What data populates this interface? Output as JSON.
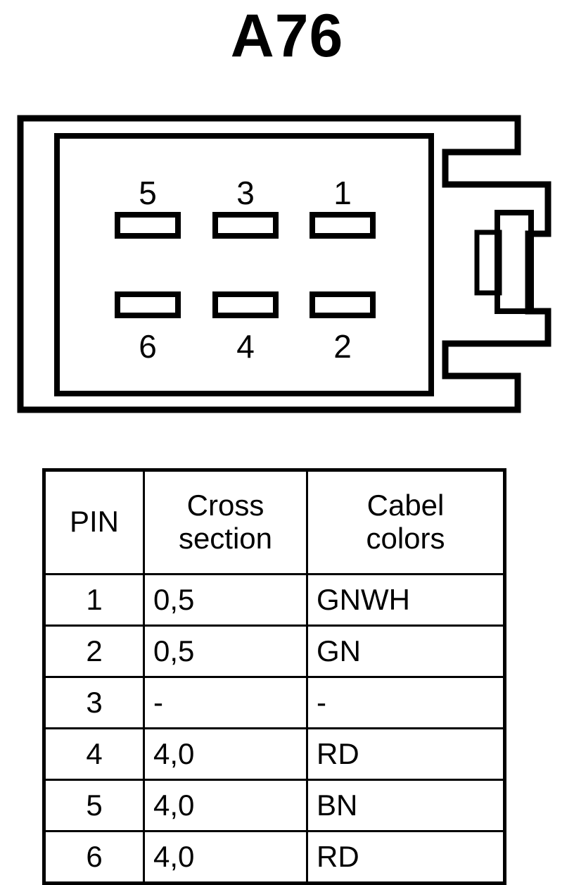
{
  "title": "A76",
  "connector": {
    "name": "6-pin automotive connector",
    "shape_color": "#000000",
    "background_color": "#ffffff",
    "top_row_labels": [
      "5",
      "3",
      "1"
    ],
    "bottom_row_labels": [
      "6",
      "4",
      "2"
    ],
    "slot_count": 6,
    "latch_name": "locking-latch"
  },
  "table": {
    "headers": {
      "pin": "PIN",
      "cross_section_line1": "Cross",
      "cross_section_line2": "section",
      "cabel_colors_line1": "Cabel",
      "cabel_colors_line2": "colors"
    },
    "rows": [
      {
        "pin": "1",
        "cross_section": "0,5",
        "cabel_colors": "GNWH"
      },
      {
        "pin": "2",
        "cross_section": "0,5",
        "cabel_colors": "GN"
      },
      {
        "pin": "3",
        "cross_section": "-",
        "cabel_colors": "-"
      },
      {
        "pin": "4",
        "cross_section": "4,0",
        "cabel_colors": "RD"
      },
      {
        "pin": "5",
        "cross_section": "4,0",
        "cabel_colors": "BN"
      },
      {
        "pin": "6",
        "cross_section": "4,0",
        "cabel_colors": "RD"
      }
    ]
  }
}
